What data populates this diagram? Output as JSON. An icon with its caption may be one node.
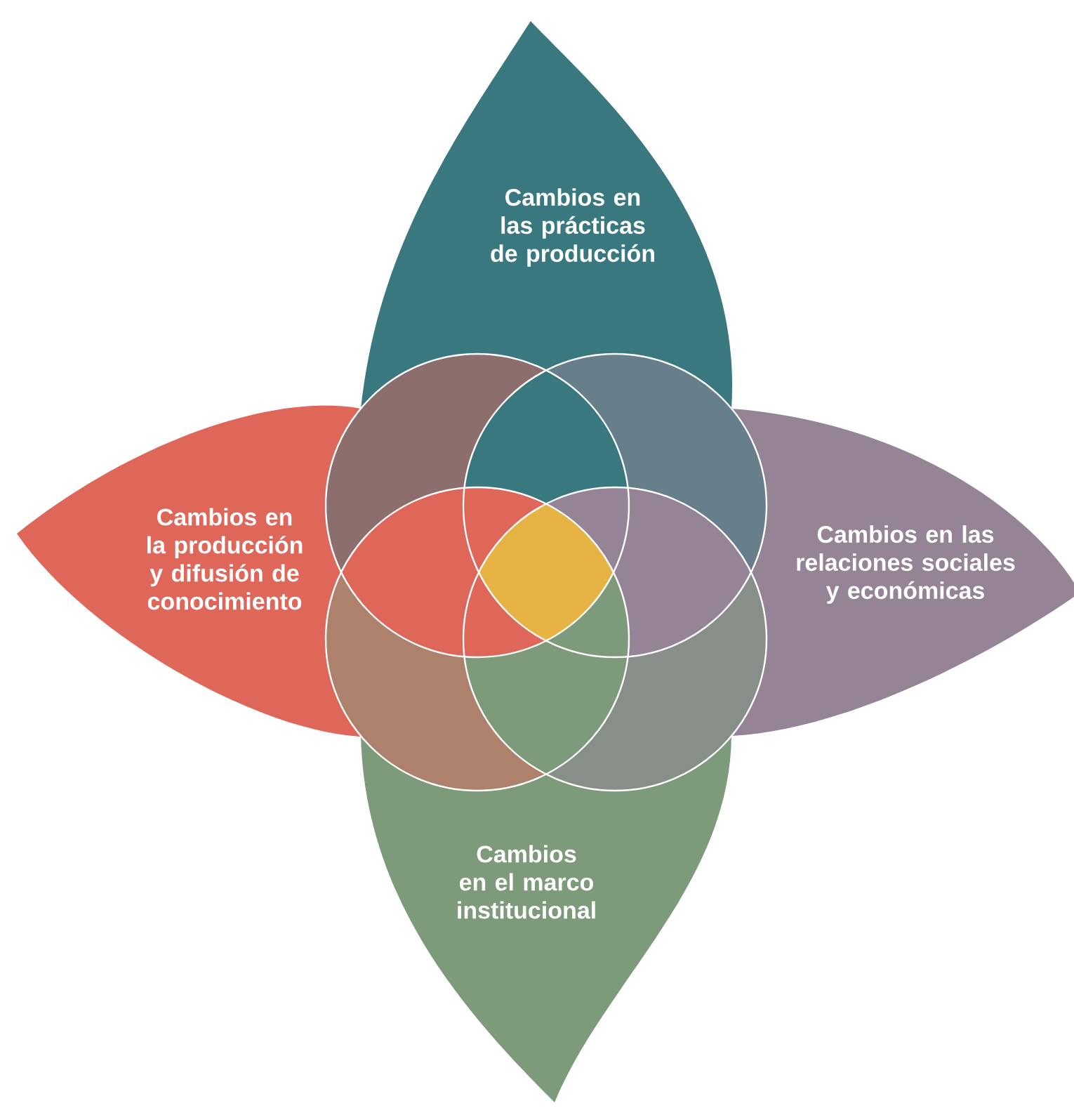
{
  "diagram": {
    "nodes": [
      {
        "text": [
          "Cambios en las prácticas de producción"
        ]
      },
      {
        "text": [
          "Cambios en la producción y difusión de conocimiento"
        ]
      },
      {
        "text": [
          "Cambios en las relaciones sociales y económicas"
        ]
      },
      {
        "text": [
          "Cambios en el marco institucional"
        ]
      }
    ]
  }
}
